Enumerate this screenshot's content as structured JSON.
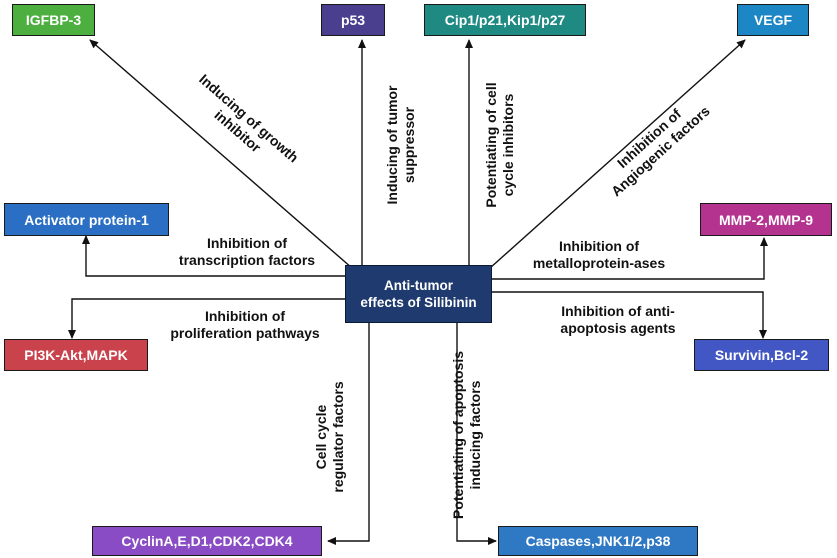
{
  "center": {
    "line1": "Anti-tumor",
    "line2": "effects of Silibinin"
  },
  "targets": {
    "igfbp3": "IGFBP-3",
    "p53": "p53",
    "cip": "Cip1/p21,Kip1/p27",
    "vegf": "VEGF",
    "ap1": "Activator protein-1",
    "mmp": "MMP-2,MMP-9",
    "pi3k": "PI3K-Akt,MAPK",
    "survivin": "Survivin,Bcl-2",
    "cyclin": "CyclinA,E,D1,CDK2,CDK4",
    "caspases": "Caspases,JNK1/2,p38"
  },
  "labels": {
    "growth": [
      "Inducing of growth",
      "inhibitor"
    ],
    "tumor": [
      "Inducing of tumor",
      "suppressor"
    ],
    "cellcycle": [
      "Potentiating of cell",
      "cycle inhibitors"
    ],
    "angio": [
      "Inhibition of",
      "Angiogenic factors"
    ],
    "transcription": [
      "Inhibition of",
      "transcription factors"
    ],
    "metallo": [
      "Inhibition of",
      "metalloprotein-ases"
    ],
    "prolif": [
      "Inhibition of",
      "proliferation pathways"
    ],
    "antiapop": [
      "Inhibition of anti-",
      "apoptosis agents"
    ],
    "regulator": [
      "Cell cycle",
      "regulator factors"
    ],
    "apoptosis": [
      "Potentiating of apoptosis",
      "inducing factors"
    ]
  },
  "colors": {
    "igfbp3": "#4caf3f",
    "p53": "#4a3f8f",
    "cip": "#1f8a82",
    "vegf": "#1d86c4",
    "ap1": "#2a6fc4",
    "mmp": "#b3338f",
    "pi3k": "#c9424c",
    "survivin": "#4256c4",
    "cyclin": "#8a4cc4",
    "caspases": "#2f78c4",
    "center": "#1f3a6e"
  }
}
